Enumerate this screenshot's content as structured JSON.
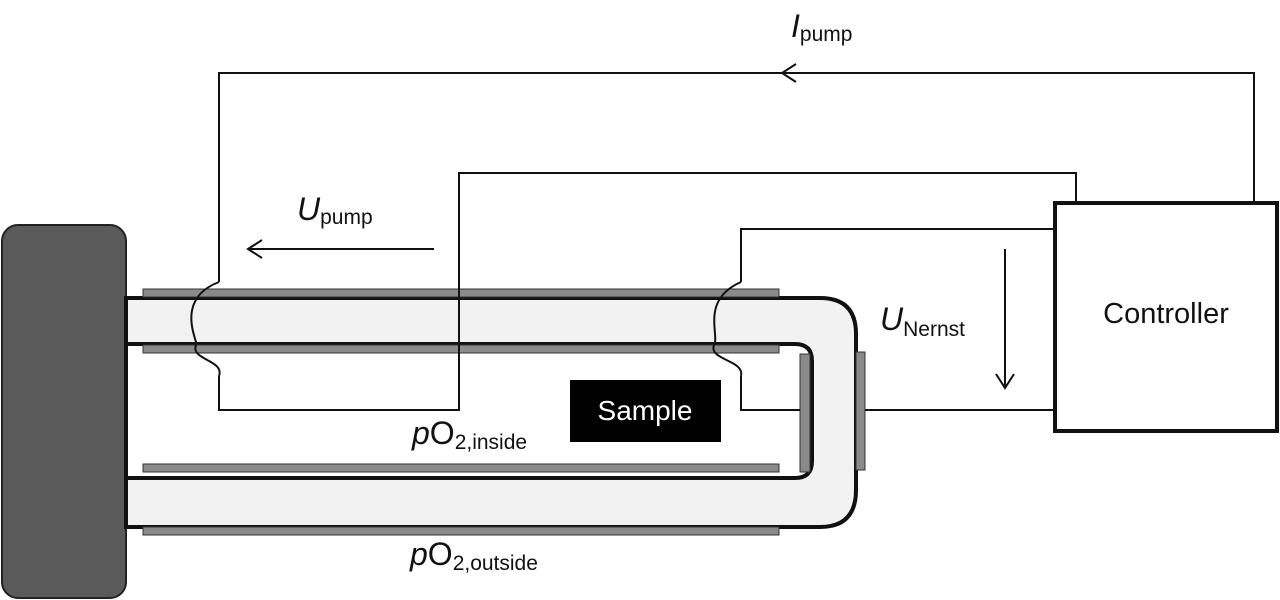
{
  "labels": {
    "i_pump": {
      "main": "I",
      "sub": "pump"
    },
    "u_pump": {
      "main": "U",
      "sub": "pump"
    },
    "u_nernst": {
      "main": "U",
      "sub": "Nernst"
    },
    "po2_inside": {
      "prefix": "p",
      "main": "O",
      "sub": "2,inside"
    },
    "po2_outside": {
      "prefix": "p",
      "main": "O",
      "sub": "2,outside"
    }
  },
  "controller": {
    "label": "Controller"
  },
  "sample": {
    "label": "Sample"
  },
  "colors": {
    "line": "#111111",
    "tube_fill": "#f2f2f2",
    "electrode": "#8a8a8a",
    "flange": "#5a5a5a",
    "sample_bg": "#000000",
    "sample_text": "#ffffff"
  }
}
